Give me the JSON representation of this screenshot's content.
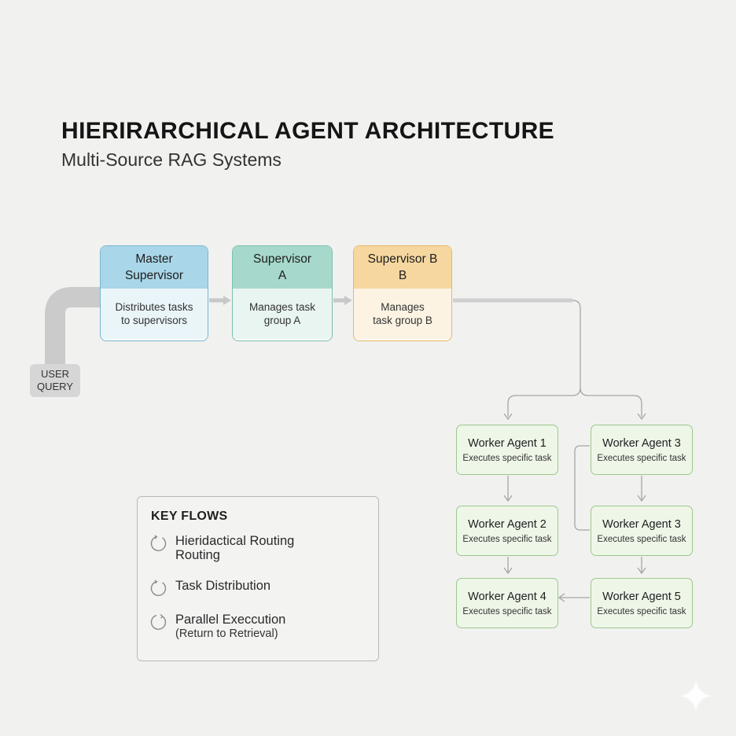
{
  "title": "HIERIRARCHICAL AGENT ARCHITECTURE",
  "subtitle": "Multi-Source RAG Systems",
  "user_query": {
    "line1": "USER",
    "line2": "QUERY"
  },
  "master": {
    "title_line1": "Master",
    "title_line2": "Supervisor",
    "desc_line1": "Distributes tasks",
    "desc_line2": "to supervisors"
  },
  "supervisor_a": {
    "title_line1": "Supervisor",
    "title_line2": "A",
    "desc_line1": "Manages task",
    "desc_line2": "group A"
  },
  "supervisor_b": {
    "title_line1": "Supervisor B",
    "title_line2": "B",
    "desc_line1": "Manages",
    "desc_line2": "task group B"
  },
  "workers": [
    {
      "title": "Worker Agent 1",
      "desc": "Executes specific task"
    },
    {
      "title": "Worker Agent 3",
      "desc": "Executes specific task"
    },
    {
      "title": "Worker Agent 2",
      "desc": "Executes specific task"
    },
    {
      "title": "Worker Agent 3",
      "desc": "Executes specific task"
    },
    {
      "title": "Worker Agent 4",
      "desc": "Executes specific task"
    },
    {
      "title": "Worker Agent 5",
      "desc": "Executes specific task"
    }
  ],
  "key_flows": {
    "title": "KEY FLOWS",
    "items": [
      {
        "line1": "Hieridactical Routing",
        "line2": "Routing",
        "icon": "circular-arrow-icon"
      },
      {
        "line1": "Task Distribution",
        "line2": "",
        "icon": "circular-arrow-icon"
      },
      {
        "line1": "Parallel Execcution",
        "line2": "(Return to Retrieval)",
        "icon": "circular-arrow-icon"
      }
    ]
  },
  "colors": {
    "background": "#f1f1f0",
    "master_accent": "#a9d6e8",
    "supervisor_a_accent": "#a7d8cc",
    "supervisor_b_accent": "#f6d7a0",
    "worker_accent": "#eef6e8",
    "connector": "#c6c6c6"
  }
}
